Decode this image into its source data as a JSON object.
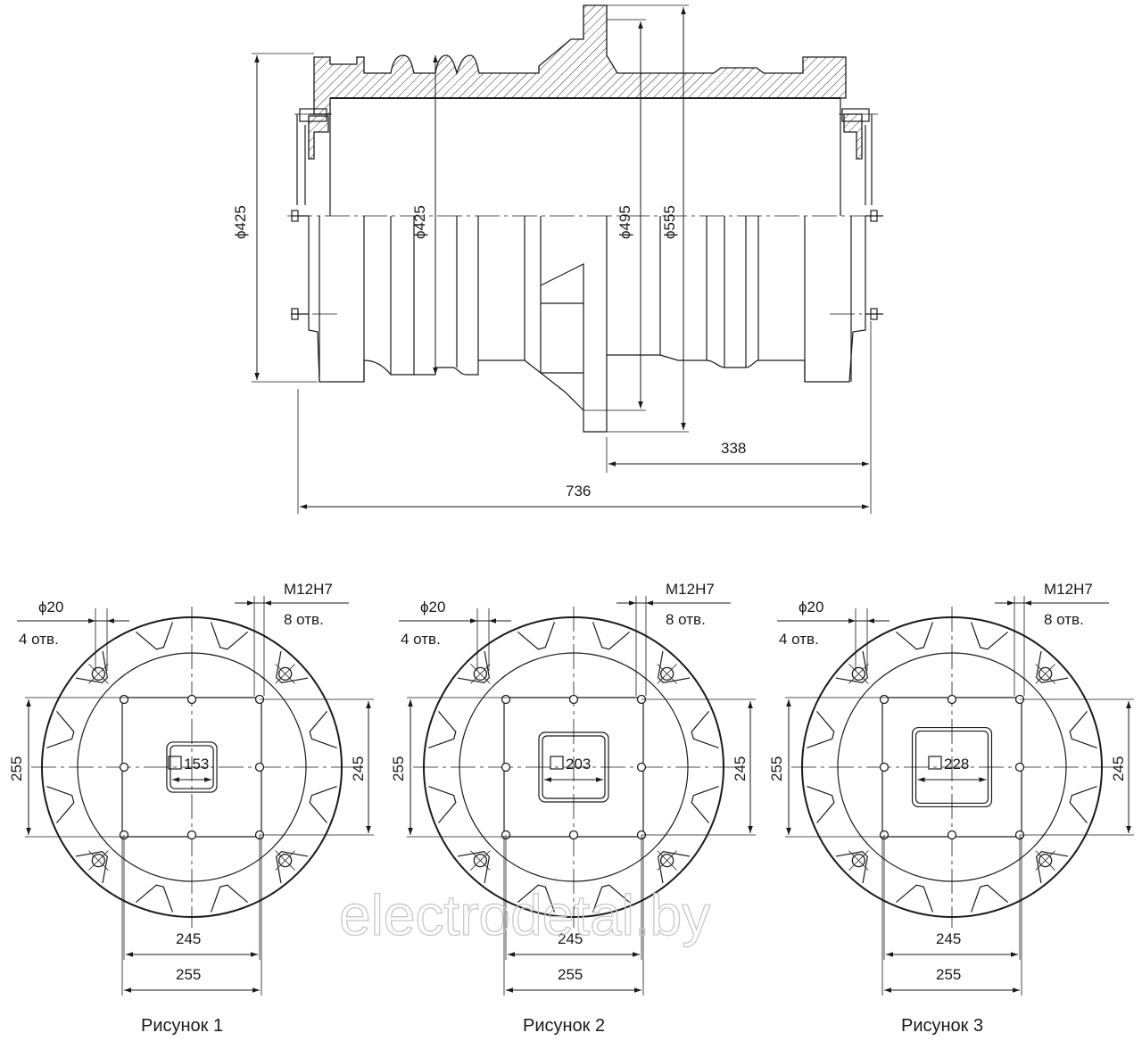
{
  "elevation": {
    "dimensions": {
      "d1": "ϕ425",
      "d2": "ϕ425",
      "d3": "ϕ495",
      "d4": "ϕ555",
      "len_short": "338",
      "len_total": "736"
    }
  },
  "figures": [
    {
      "caption": "Рисунок 1",
      "hole_dia": "ϕ20",
      "hole_count": "4 отв.",
      "thread": "M12H7",
      "thread_count": "8 отв.",
      "left_dim": "255",
      "right_dim": "245",
      "bottom_inner": "245",
      "bottom_outer": "255",
      "opening_size": "153",
      "opening_fraction": 0.36
    },
    {
      "caption": "Рисунок 2",
      "hole_dia": "ϕ20",
      "hole_count": "4 отв.",
      "thread": "M12H7",
      "thread_count": "8 отв.",
      "left_dim": "255",
      "right_dim": "245",
      "bottom_inner": "245",
      "bottom_outer": "255",
      "opening_size": "203",
      "opening_fraction": 0.5
    },
    {
      "caption": "Рисунок 3",
      "hole_dia": "ϕ20",
      "hole_count": "4 отв.",
      "thread": "M12H7",
      "thread_count": "8 отв.",
      "left_dim": "255",
      "right_dim": "245",
      "bottom_inner": "245",
      "bottom_outer": "255",
      "opening_size": "228",
      "opening_fraction": 0.57
    }
  ],
  "watermark": "electrodetal.by"
}
